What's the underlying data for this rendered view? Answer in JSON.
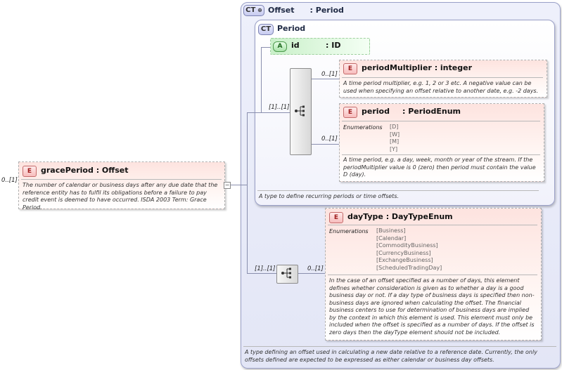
{
  "root_element": {
    "cardinality": "0..[1]",
    "badge": "E",
    "name": "gracePeriod",
    "type": ": Offset",
    "description": "The number of calendar or business days after any due date that the reference entity has to fulfil its obligations before a failure to pay credit event is deemed to have occurred. ISDA 2003 Term: Grace Period."
  },
  "offset_type": {
    "badge": "CT",
    "name": "Offset",
    "base": ": Period",
    "footer": "A type defining an offset used in calculating a new date relative to a reference date. Currently, the only offsets defined are expected to be expressed as either calendar or business day offsets."
  },
  "period_type": {
    "badge": "CT",
    "name": "Period",
    "footer": "A type to define recurring periods or time offsets.",
    "sequence_cardinality": "[1]..[1]",
    "attribute": {
      "badge": "A",
      "name": "id",
      "type": ": ID"
    },
    "elements": [
      {
        "cardinality": "0..[1]",
        "badge": "E",
        "name": "periodMultiplier",
        "type": ": integer",
        "description": "A time period multiplier, e.g. 1, 2 or 3 etc. A negative value can be used when specifying an offset relative to another date, e.g. -2 days."
      },
      {
        "cardinality": "0..[1]",
        "badge": "E",
        "name": "period",
        "type": ": PeriodEnum",
        "enum_label": "Enumerations",
        "enums": [
          "[D]",
          "[W]",
          "[M]",
          "[Y]"
        ],
        "description": "A time period, e.g. a day, week, month or year of the stream. If the periodMultiplier value is 0 (zero) then period must contain the value D (day)."
      }
    ]
  },
  "daytype": {
    "sequence_cardinality": "[1]..[1]",
    "cardinality": "0..[1]",
    "badge": "E",
    "name": "dayType",
    "type": ": DayTypeEnum",
    "enum_label": "Enumerations",
    "enums": [
      "[Business]",
      "[Calendar]",
      "[CommodityBusiness]",
      "[CurrencyBusiness]",
      "[ExchangeBusiness]",
      "[ScheduledTradingDay]"
    ],
    "description": "In the case of an offset specified as a number of days, this element defines whether consideration is given as to whether a day is a good business day or not. If a day type of business days is specified then non-business days are ignored when calculating the offset. The financial business centers to use for determination of business days are implied by the context in which this element is used. This element must only be included when the offset is specified as a number of days. If the offset is zero days then the dayType element should not be included."
  },
  "colors": {
    "element_fill": "#fde3df",
    "complex_type_panel": "#e3e6f6",
    "attribute_fill": "#c9f0c9",
    "connector": "#8a8fae"
  }
}
